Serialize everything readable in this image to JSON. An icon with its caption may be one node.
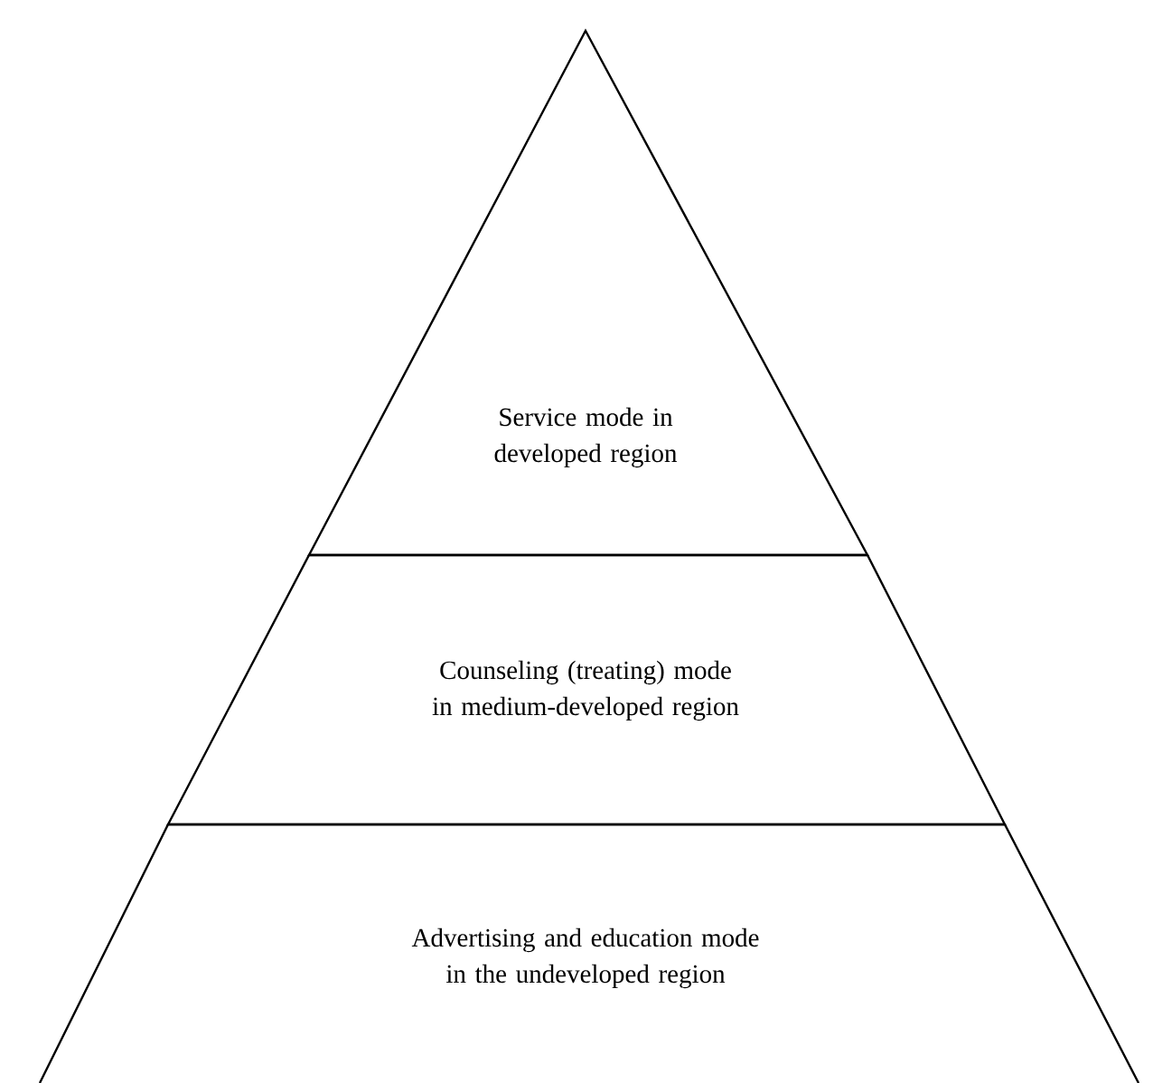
{
  "diagram": {
    "nodes": [
      {
        "text": [
          "Service mode in developed region"
        ]
      },
      {
        "text": [
          "Counseling (treating) mode in medium-developed region"
        ]
      },
      {
        "text": [
          "Advertising and education mode in the undeveloped region"
        ]
      }
    ]
  }
}
